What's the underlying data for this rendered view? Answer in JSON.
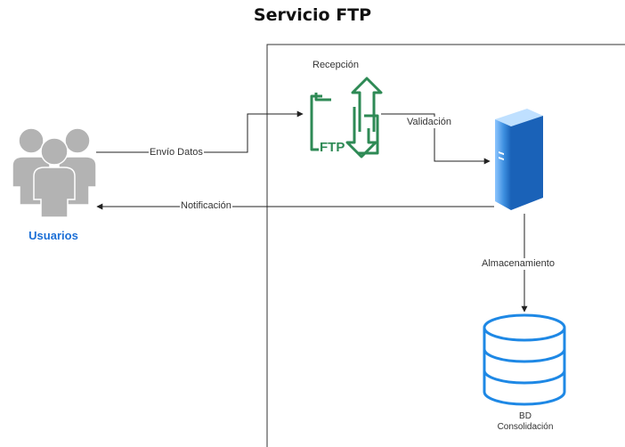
{
  "diagram": {
    "title": "Servicio FTP",
    "nodes": {
      "users": {
        "label": "Usuarios",
        "icon": "users-group-icon"
      },
      "ftp": {
        "label": "Recepción",
        "icon": "ftp-folder-icon",
        "icon_text": "FTP"
      },
      "server": {
        "icon": "server-icon"
      },
      "database": {
        "label_line1": "BD",
        "label_line2": "Consolidación",
        "icon": "database-icon"
      }
    },
    "edges": {
      "send": "Envío Datos",
      "validate": "Validación",
      "notify": "Notificación",
      "store": "Almacenamiento"
    },
    "colors": {
      "users_gray": "#b3b3b3",
      "users_label": "#1c6fd6",
      "ftp_green": "#2e8a55",
      "server_blue": "#3d8fe0",
      "server_light": "#bfe0ff",
      "db_blue": "#1e88e5",
      "line": "#222222"
    }
  }
}
